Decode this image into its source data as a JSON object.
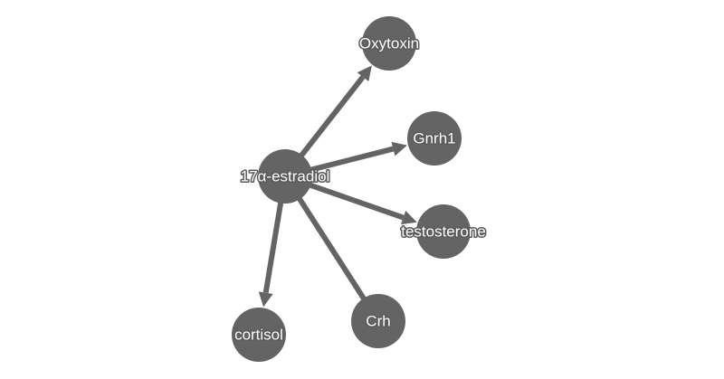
{
  "graph": {
    "center": {
      "id": "estradiol",
      "label": "17α-estradiol"
    },
    "nodes": [
      {
        "id": "oxytoxin",
        "label": "Oxytoxin"
      },
      {
        "id": "gnrh1",
        "label": "Gnrh1"
      },
      {
        "id": "testosterone",
        "label": "testosterone"
      },
      {
        "id": "crh",
        "label": "Crh"
      },
      {
        "id": "cortisol",
        "label": "cortisol"
      }
    ],
    "edges": [
      {
        "from": "estradiol",
        "to": "oxytoxin",
        "arrow": true
      },
      {
        "from": "estradiol",
        "to": "gnrh1",
        "arrow": true
      },
      {
        "from": "estradiol",
        "to": "testosterone",
        "arrow": true
      },
      {
        "from": "estradiol",
        "to": "crh",
        "arrow": false
      },
      {
        "from": "estradiol",
        "to": "cortisol",
        "arrow": true
      }
    ],
    "colors": {
      "node": "#646464",
      "edge": "#646464",
      "label": "#ffffff"
    }
  }
}
